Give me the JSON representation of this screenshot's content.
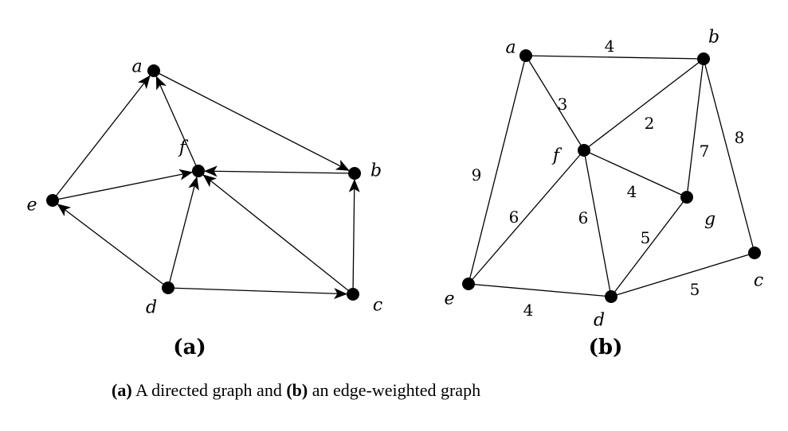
{
  "graph_a": {
    "panel_label": "(a)",
    "directed": true,
    "nodes": [
      {
        "id": "a",
        "label": "a"
      },
      {
        "id": "b",
        "label": "b"
      },
      {
        "id": "c",
        "label": "c"
      },
      {
        "id": "d",
        "label": "d"
      },
      {
        "id": "e",
        "label": "e"
      },
      {
        "id": "f",
        "label": "f"
      }
    ],
    "edges": [
      {
        "from": "e",
        "to": "a"
      },
      {
        "from": "f",
        "to": "a"
      },
      {
        "from": "a",
        "to": "b"
      },
      {
        "from": "e",
        "to": "f"
      },
      {
        "from": "b",
        "to": "f"
      },
      {
        "from": "d",
        "to": "e"
      },
      {
        "from": "d",
        "to": "f"
      },
      {
        "from": "c",
        "to": "f"
      },
      {
        "from": "d",
        "to": "c"
      },
      {
        "from": "c",
        "to": "b"
      }
    ]
  },
  "graph_b": {
    "panel_label": "(b)",
    "directed": false,
    "nodes": [
      {
        "id": "a",
        "label": "a"
      },
      {
        "id": "b",
        "label": "b"
      },
      {
        "id": "c",
        "label": "c"
      },
      {
        "id": "d",
        "label": "d"
      },
      {
        "id": "e",
        "label": "e"
      },
      {
        "id": "f",
        "label": "f"
      },
      {
        "id": "g",
        "label": "g"
      }
    ],
    "edges": [
      {
        "from": "a",
        "to": "b",
        "weight": "4"
      },
      {
        "from": "a",
        "to": "f",
        "weight": "3"
      },
      {
        "from": "a",
        "to": "e",
        "weight": "9"
      },
      {
        "from": "b",
        "to": "f",
        "weight": "2"
      },
      {
        "from": "b",
        "to": "g",
        "weight": "7"
      },
      {
        "from": "b",
        "to": "c",
        "weight": "8"
      },
      {
        "from": "f",
        "to": "g",
        "weight": "4"
      },
      {
        "from": "f",
        "to": "e",
        "weight": "6"
      },
      {
        "from": "f",
        "to": "d",
        "weight": "6"
      },
      {
        "from": "g",
        "to": "d",
        "weight": "5"
      },
      {
        "from": "e",
        "to": "d",
        "weight": "4"
      },
      {
        "from": "d",
        "to": "c",
        "weight": "5"
      }
    ]
  },
  "caption": {
    "part_a_marker": "(a)",
    "part_a_text": " A directed graph and ",
    "part_b_marker": "(b)",
    "part_b_text": " an edge-weighted graph"
  }
}
